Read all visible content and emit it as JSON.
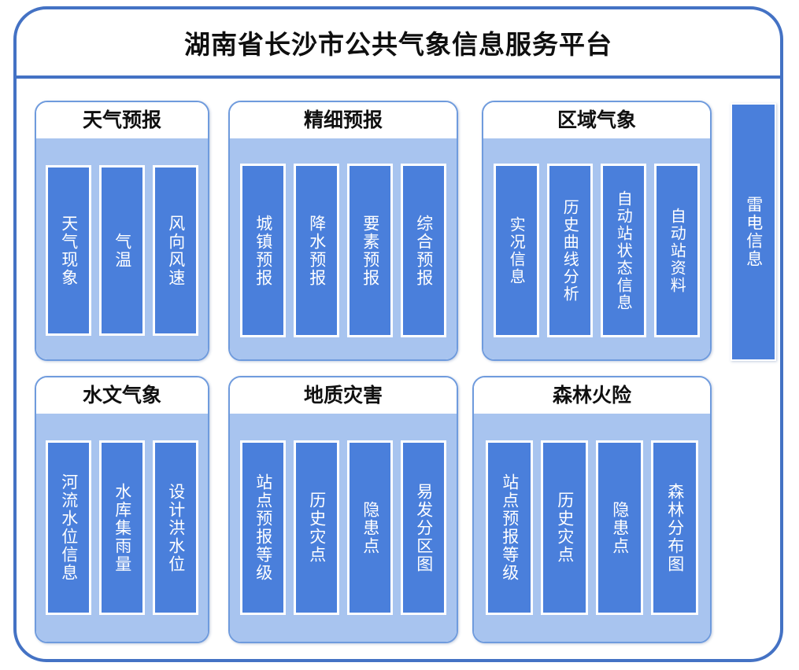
{
  "header": {
    "title": "湖南省长沙市公共气象信息服务平台"
  },
  "colors": {
    "frame_border": "#4472c4",
    "panel_border": "#6f9bdd",
    "panel_body_bg": "#a8c4ef",
    "bar_fill": "#4a7fdb",
    "bar_border": "#ffffff",
    "bar_text": "#ffffff",
    "title_text": "#0f0f0f",
    "page_bg": "#ffffff"
  },
  "panels": [
    {
      "id": "weather",
      "title": "天气预报",
      "items": [
        {
          "label": "天气现象"
        },
        {
          "label": "气温"
        },
        {
          "label": "风向风速"
        }
      ]
    },
    {
      "id": "fine",
      "title": "精细预报",
      "items": [
        {
          "label": "城镇预报"
        },
        {
          "label": "降水预报"
        },
        {
          "label": "要素预报"
        },
        {
          "label": "综合预报"
        }
      ]
    },
    {
      "id": "region",
      "title": "区域气象",
      "items": [
        {
          "label": "实况信息"
        },
        {
          "label": "历史曲线分析"
        },
        {
          "label": "自动站状态信息"
        },
        {
          "label": "自动站资料"
        }
      ]
    },
    {
      "id": "hydro",
      "title": "水文气象",
      "items": [
        {
          "label": "河流水位信息"
        },
        {
          "label": "水库集雨量"
        },
        {
          "label": "设计洪水位"
        }
      ]
    },
    {
      "id": "geo",
      "title": "地质灾害",
      "items": [
        {
          "label": "站点预报等级"
        },
        {
          "label": "历史灾点"
        },
        {
          "label": "隐患点"
        },
        {
          "label": "易发分区图"
        }
      ]
    },
    {
      "id": "forest",
      "title": "森林火险",
      "items": [
        {
          "label": "站点预报等级"
        },
        {
          "label": "历史灾点"
        },
        {
          "label": "隐患点"
        },
        {
          "label": "森林分布图"
        }
      ]
    }
  ],
  "standalone": {
    "lightning": {
      "label": "雷电信息"
    }
  }
}
